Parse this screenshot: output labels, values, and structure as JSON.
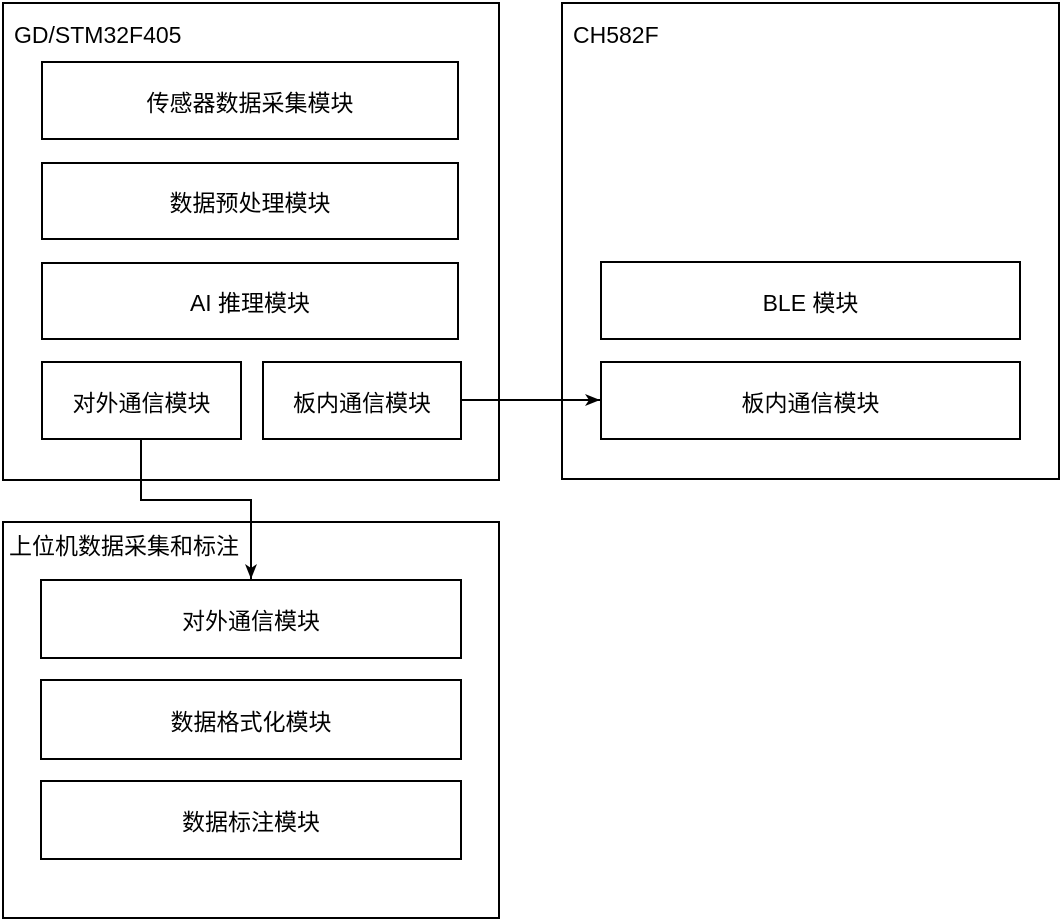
{
  "diagram": {
    "type": "block-diagram",
    "colors": {
      "background": "#ffffff",
      "line": "#000000",
      "text": "#000000",
      "box_fill": "#ffffff"
    },
    "containers": [
      {
        "label": "GD/STM32F405",
        "modules": [
          "传感器数据采集模块",
          "数据预处理模块",
          "AI 推理模块",
          "对外通信模块",
          "板内通信模块"
        ]
      },
      {
        "label": "CH582F",
        "modules": [
          "BLE 模块",
          "板内通信模块"
        ]
      },
      {
        "label": "上位机数据采集和标注",
        "modules": [
          "对外通信模块",
          "数据格式化模块",
          "数据标注模块"
        ]
      }
    ],
    "connections": [
      {
        "from": "GD/STM32F405 / 板内通信模块",
        "to": "CH582F / 板内通信模块",
        "shape": "straight-horizontal-arrow"
      },
      {
        "from": "GD/STM32F405 / 对外通信模块",
        "to": "上位机数据采集和标注 / 对外通信模块",
        "shape": "elbow-down-right-down-arrow"
      }
    ]
  }
}
